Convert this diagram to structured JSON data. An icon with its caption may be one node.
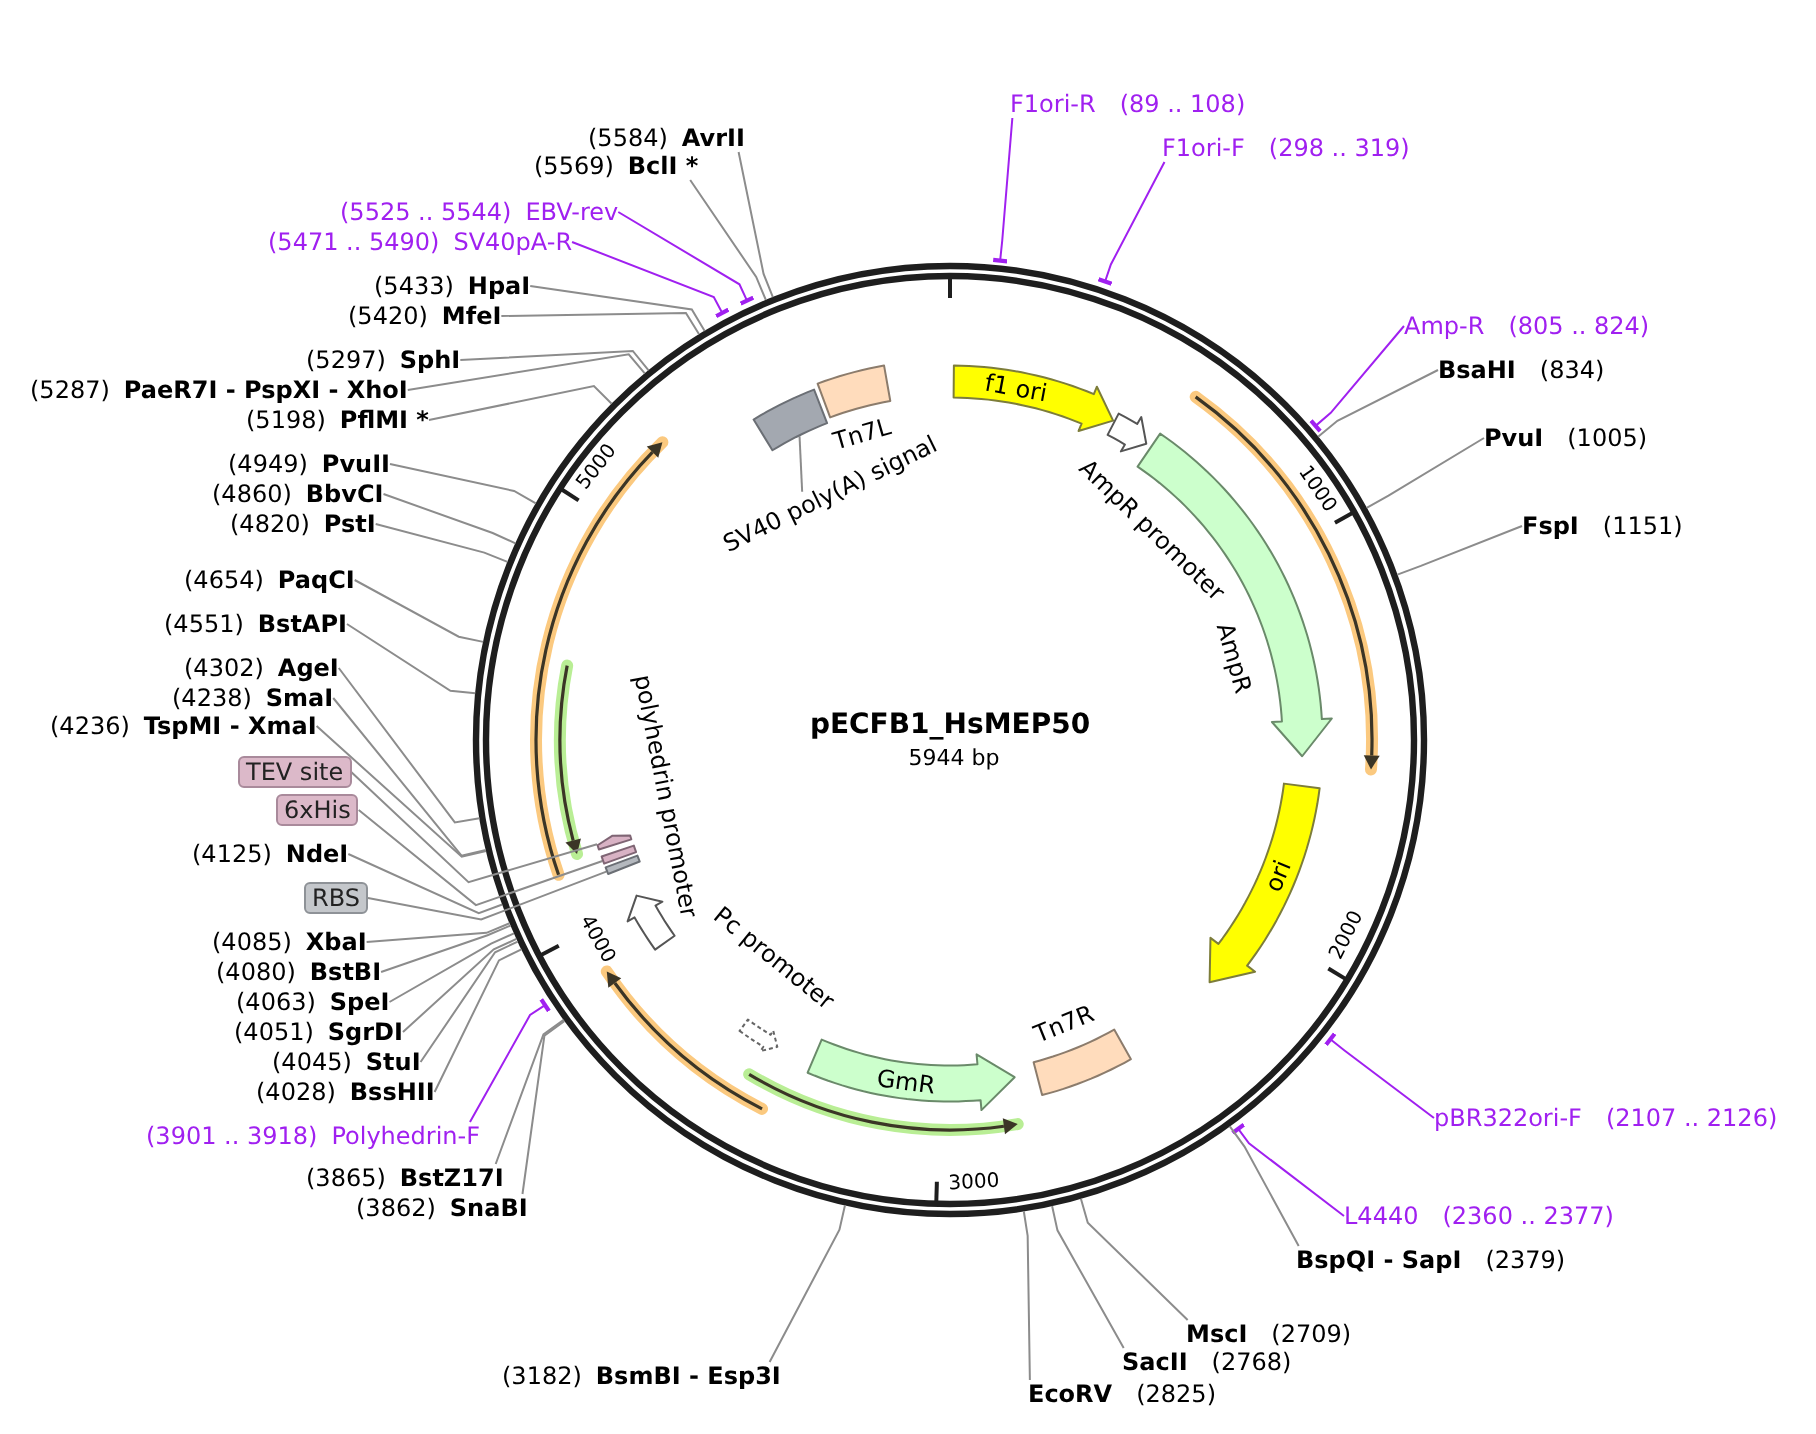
{
  "diagram": {
    "title": "pECFB1_HsMEP50",
    "nodes": [
      {
        "text": [
          "(5584)",
          "AvrII"
        ]
      },
      {
        "text": [
          "(5569)",
          "BclI *"
        ]
      },
      {
        "text": [
          "(5525 .. 5544)",
          "EBV-rev"
        ]
      },
      {
        "text": [
          "(5471 .. 5490)",
          "SV40pA-R"
        ]
      },
      {
        "text": [
          "(5433)",
          "HpaI"
        ]
      },
      {
        "text": [
          "(5420)",
          "MfeI"
        ]
      },
      {
        "text": [
          "(5297)",
          "SphI"
        ]
      },
      {
        "text": [
          "(5287)",
          "PaeR7I - PspXI - XhoI"
        ]
      },
      {
        "text": [
          "(5198)",
          "PflMI *"
        ]
      },
      {
        "text": [
          "(4949)",
          "PvuII"
        ]
      },
      {
        "text": [
          "(4860)",
          "BbvCI"
        ]
      },
      {
        "text": [
          "(4820)",
          "PstI"
        ]
      },
      {
        "text": [
          "(4654)",
          "PaqCI"
        ]
      },
      {
        "text": [
          "(4551)",
          "BstAPI"
        ]
      },
      {
        "text": [
          "(4302)",
          "AgeI"
        ]
      },
      {
        "text": [
          "(4238)",
          "SmaI"
        ]
      },
      {
        "text": [
          "(4236)",
          "TspMI - XmaI"
        ]
      },
      {
        "text": [
          "TEV site"
        ]
      },
      {
        "text": [
          "6xHis"
        ]
      },
      {
        "text": [
          "(4125)",
          "NdeI"
        ]
      },
      {
        "text": [
          "RBS"
        ]
      },
      {
        "text": [
          "(4085)",
          "XbaI"
        ]
      },
      {
        "text": [
          "(4080)",
          "BstBI"
        ]
      },
      {
        "text": [
          "(4063)",
          "SpeI"
        ]
      },
      {
        "text": [
          "(4051)",
          "SgrDI"
        ]
      },
      {
        "text": [
          "(4045)",
          "StuI"
        ]
      },
      {
        "text": [
          "(4028)",
          "BssHII"
        ]
      },
      {
        "text": [
          "(3901 .. 3918)",
          "Polyhedrin-F"
        ]
      },
      {
        "text": [
          "(3865)",
          "BstZ17I"
        ]
      },
      {
        "text": [
          "(3862)",
          "SnaBI"
        ]
      },
      {
        "text": [
          "(3182)",
          "BsmBI - Esp3I"
        ]
      },
      {
        "text": [
          "F1ori-R",
          "(89 .. 108)"
        ]
      },
      {
        "text": [
          "F1ori-F",
          "(298 .. 319)"
        ]
      },
      {
        "text": [
          "Amp-R",
          "(805 .. 824)"
        ]
      },
      {
        "text": [
          "BsaHI",
          "(834)"
        ]
      },
      {
        "text": [
          "PvuI",
          "(1005)"
        ]
      },
      {
        "text": [
          "FspI",
          "(1151)"
        ]
      },
      {
        "text": [
          "pBR322ori-F",
          "(2107 .. 2126)"
        ]
      },
      {
        "text": [
          "L4440",
          "(2360 .. 2377)"
        ]
      },
      {
        "text": [
          "BspQI - SapI",
          "(2379)"
        ]
      },
      {
        "text": [
          "MscI",
          "(2709)"
        ]
      },
      {
        "text": [
          "SacII",
          "(2768)"
        ]
      },
      {
        "text": [
          "EcoRV",
          "(2825)"
        ]
      },
      {
        "text": [
          "SV40 poly(A) signal"
        ]
      },
      {
        "text": [],
        "shape": "box"
      },
      {
        "text": [
          "Tn7L"
        ]
      },
      {
        "text": [
          "f1 ori"
        ]
      },
      {
        "text": [
          "AmpR promoter"
        ]
      },
      {
        "text": [
          "AmpR"
        ]
      },
      {
        "text": [
          "ori"
        ]
      },
      {
        "text": [
          "Tn7R"
        ]
      },
      {
        "text": [
          "GmR"
        ]
      },
      {
        "text": [
          "Pc promoter"
        ]
      },
      {
        "text": [
          "polyhedrin promoter"
        ]
      },
      {
        "text": [],
        "shape": "arrow"
      },
      {
        "text": [],
        "shape": "box"
      },
      {
        "text": [],
        "shape": "box"
      }
    ],
    "edges": [
      {
        "from": 0,
        "to": null,
        "arrow": "none"
      },
      {
        "from": 1,
        "to": null,
        "arrow": "none"
      },
      {
        "from": 2,
        "to": null,
        "arrow": "other",
        "color": "#a020f0"
      },
      {
        "from": 3,
        "to": null,
        "arrow": "other",
        "color": "#a020f0"
      },
      {
        "from": 4,
        "to": null,
        "arrow": "none"
      },
      {
        "from": 5,
        "to": null,
        "arrow": "none"
      },
      {
        "from": 6,
        "to": null,
        "arrow": "none"
      },
      {
        "from": 7,
        "to": null,
        "arrow": "none"
      },
      {
        "from": 8,
        "to": null,
        "arrow": "none"
      },
      {
        "from": 9,
        "to": null,
        "arrow": "none"
      },
      {
        "from": 10,
        "to": null,
        "arrow": "none"
      },
      {
        "from": 11,
        "to": null,
        "arrow": "none"
      },
      {
        "from": 12,
        "to": null,
        "arrow": "none"
      },
      {
        "from": 13,
        "to": null,
        "arrow": "none"
      },
      {
        "from": 14,
        "to": null,
        "arrow": "none"
      },
      {
        "from": 15,
        "to": null,
        "arrow": "none"
      },
      {
        "from": 16,
        "to": null,
        "arrow": "none"
      },
      {
        "from": 17,
        "to": 54,
        "arrow": "none"
      },
      {
        "from": 18,
        "to": 55,
        "arrow": "none"
      },
      {
        "from": 19,
        "to": null,
        "arrow": "none"
      },
      {
        "from": 20,
        "to": 56,
        "arrow": "none"
      },
      {
        "from": 21,
        "to": null,
        "arrow": "none"
      },
      {
        "from": 22,
        "to": null,
        "arrow": "none"
      },
      {
        "from": 23,
        "to": null,
        "arrow": "none"
      },
      {
        "from": 24,
        "to": null,
        "arrow": "none"
      },
      {
        "from": 25,
        "to": null,
        "arrow": "none"
      },
      {
        "from": 26,
        "to": null,
        "arrow": "none"
      },
      {
        "from": 27,
        "to": null,
        "arrow": "other",
        "color": "#a020f0"
      },
      {
        "from": 28,
        "to": null,
        "arrow": "none"
      },
      {
        "from": 29,
        "to": null,
        "arrow": "none"
      },
      {
        "from": 30,
        "to": null,
        "arrow": "none"
      },
      {
        "from": 31,
        "to": null,
        "arrow": "other",
        "color": "#a020f0"
      },
      {
        "from": 32,
        "to": null,
        "arrow": "other",
        "color": "#a020f0"
      },
      {
        "from": 33,
        "to": null,
        "arrow": "other",
        "color": "#a020f0"
      },
      {
        "from": 34,
        "to": null,
        "arrow": "none"
      },
      {
        "from": 35,
        "to": null,
        "arrow": "none"
      },
      {
        "from": 36,
        "to": null,
        "arrow": "none"
      },
      {
        "from": 37,
        "to": null,
        "arrow": "other",
        "color": "#a020f0"
      },
      {
        "from": 38,
        "to": null,
        "arrow": "other",
        "color": "#a020f0"
      },
      {
        "from": 39,
        "to": null,
        "arrow": "none"
      },
      {
        "from": 40,
        "to": null,
        "arrow": "none"
      },
      {
        "from": 41,
        "to": null,
        "arrow": "none"
      },
      {
        "from": 42,
        "to": null,
        "arrow": "none"
      },
      {
        "from": 43,
        "to": 44,
        "arrow": "none"
      }
    ],
    "labels": [
      "5000",
      "1000",
      "5944 bp",
      "4000",
      "2000",
      "3000"
    ]
  }
}
